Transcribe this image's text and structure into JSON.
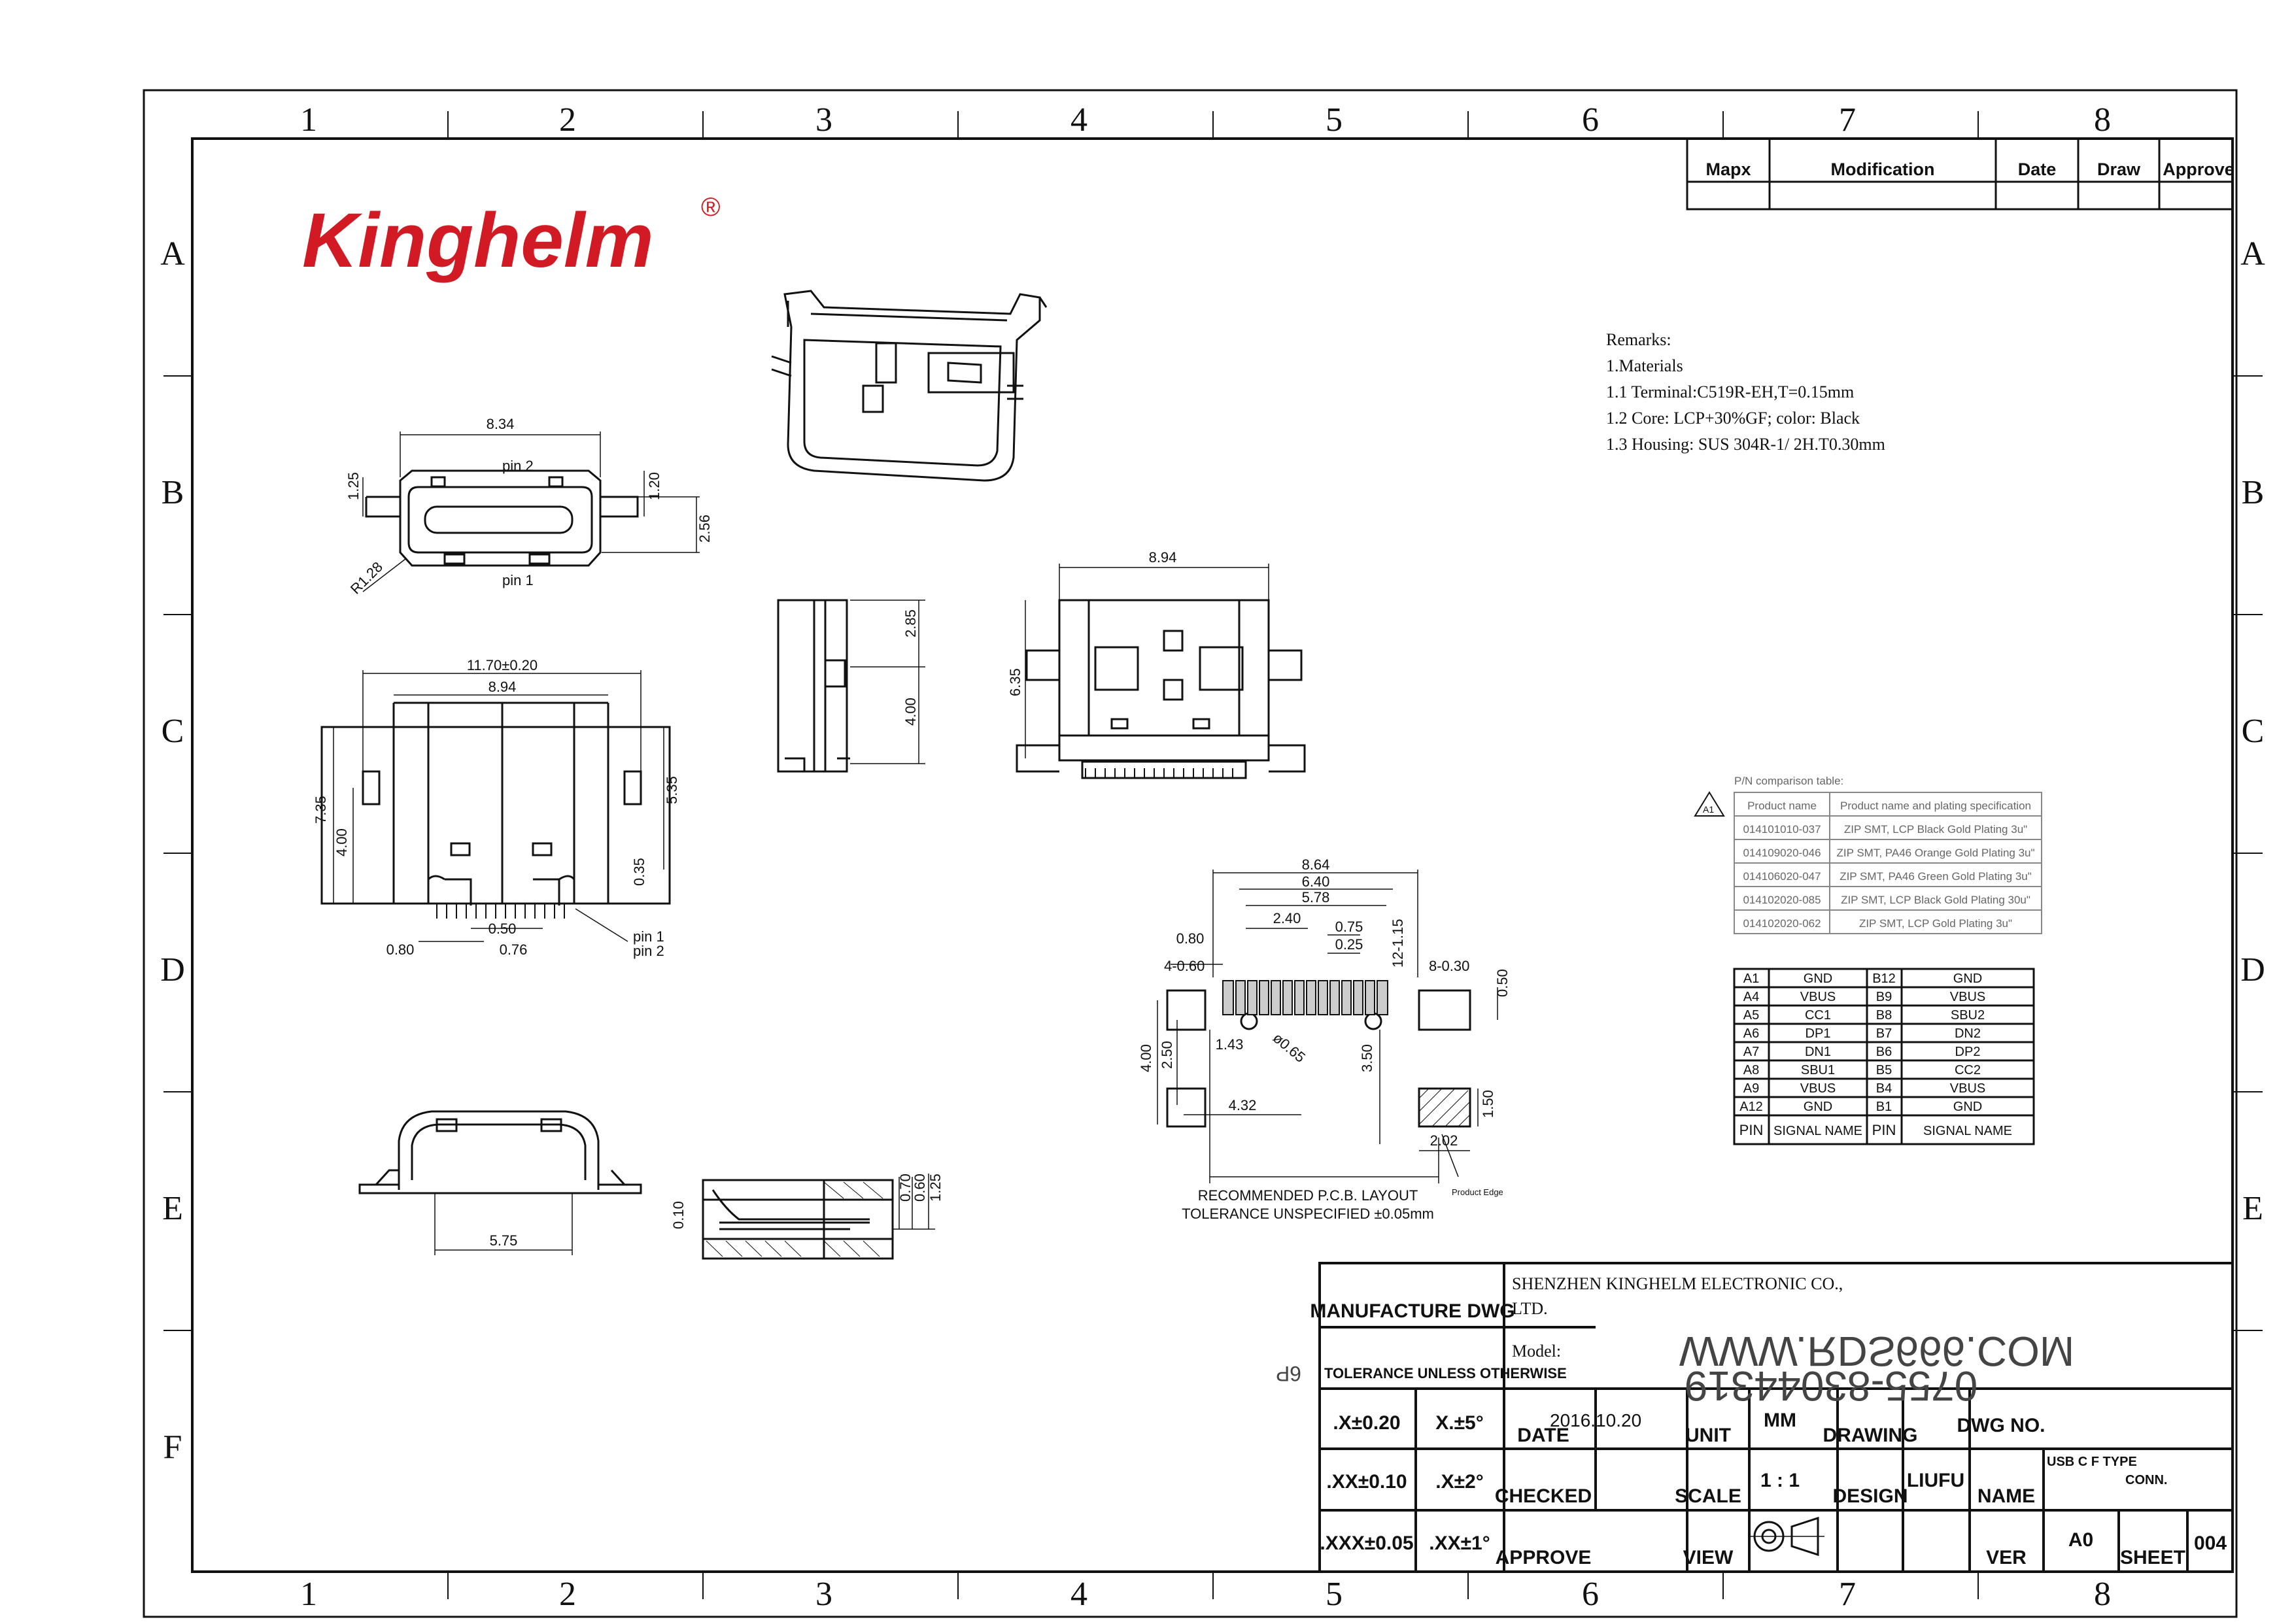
{
  "brand": {
    "logo_text": "Kinghelm",
    "registered": "®",
    "color": "#d21a24"
  },
  "zones": {
    "columns": [
      "1",
      "2",
      "3",
      "4",
      "5",
      "6",
      "7",
      "8"
    ],
    "rows": [
      "A",
      "B",
      "C",
      "D",
      "E",
      "F"
    ]
  },
  "revision_table": {
    "headers": [
      "Mapx",
      "Modification",
      "Date",
      "Draw",
      "Approve"
    ]
  },
  "remarks": {
    "title": "Remarks:",
    "lines": [
      "1.Materials",
      "1.1 Terminal:C519R-EH,T=0.15mm",
      "1.2 Core: LCP+30%GF; color: Black",
      "1.3 Housing: SUS 304R-1/ 2H.T0.30mm"
    ]
  },
  "pn_table": {
    "caption": "P/N comparison table:",
    "flag": "A1",
    "headers": [
      "Product name",
      "Product name and plating specification"
    ],
    "rows": [
      [
        "014101010-037",
        "ZIP SMT, LCP Black Gold Plating 3u\""
      ],
      [
        "014109020-046",
        "ZIP SMT, PA46 Orange Gold Plating 3u\""
      ],
      [
        "014106020-047",
        "ZIP SMT, PA46 Green Gold Plating 3u\""
      ],
      [
        "014102020-085",
        "ZIP SMT, LCP Black Gold Plating 30u\""
      ],
      [
        "014102020-062",
        "ZIP SMT, LCP Gold Plating 3u\""
      ]
    ]
  },
  "pin_table": {
    "rows": [
      [
        "A1",
        "GND",
        "B12",
        "GND"
      ],
      [
        "A4",
        "VBUS",
        "B9",
        "VBUS"
      ],
      [
        "A5",
        "CC1",
        "B8",
        "SBU2"
      ],
      [
        "A6",
        "DP1",
        "B7",
        "DN2"
      ],
      [
        "A7",
        "DN1",
        "B6",
        "DP2"
      ],
      [
        "A8",
        "SBU1",
        "B5",
        "CC2"
      ],
      [
        "A9",
        "VBUS",
        "B4",
        "VBUS"
      ],
      [
        "A12",
        "GND",
        "B1",
        "GND"
      ]
    ],
    "footer": [
      "PIN",
      "SIGNAL NAME",
      "PIN",
      "SIGNAL NAME"
    ]
  },
  "front_view": {
    "width": "8.34",
    "left_h": "1.25",
    "right_h": "1.20",
    "height": "2.56",
    "radius": "R1.28",
    "pin2": "pin 2",
    "pin1": "pin 1"
  },
  "side_view": {
    "top": "2.85",
    "bottom": "4.00"
  },
  "rear_view": {
    "width": "8.94",
    "height": "6.35"
  },
  "top_view": {
    "overall": "11.70±0.20",
    "body": "8.94",
    "h1": "7.35",
    "h2": "4.00",
    "h3": "5.35",
    "h4": "0.35",
    "pitch": "0.50",
    "p2": "0.76",
    "p3": "0.80",
    "pin1": "pin 1",
    "pin2": "pin 2"
  },
  "pcb": {
    "d1": "8.64",
    "d2": "6.40",
    "d3": "5.78",
    "d4": "2.40",
    "d5": "0.75",
    "d6": "0.25",
    "d7": "0.80",
    "d8": "4-0.60",
    "d9": "12-1.15",
    "d10": "8-0.30",
    "d11": "0.50",
    "d12": "1.43",
    "d13": "ø0.65",
    "d14": "4.00",
    "d15": "2.50",
    "d16": "4.32",
    "d17": "3.50",
    "d18": "1.50",
    "d19": "2.02",
    "title": "RECOMMENDED   P.C.B.  LAYOUT",
    "tolerance": "TOLERANCE  UNSPECIFIED  ±0.05mm",
    "edge": "Product Edge"
  },
  "bottom_view": {
    "width": "5.75"
  },
  "section_view": {
    "a": "0.10",
    "b": "0.70",
    "c": "0.60",
    "d": "1.25"
  },
  "title_block": {
    "manufacture": "MANUFACTURE DWG",
    "company_1": "SHENZHEN KINGHELM ELECTRONIC CO.,",
    "company_2": "LTD.",
    "tolerance_header": "TOLERANCE UNLESS OTHERWISE",
    "model_label": "Model:",
    "tol_1a": ".X±0.20",
    "tol_1b": "X.±5°",
    "tol_2a": ".XX±0.10",
    "tol_2b": ".X±2°",
    "tol_3a": ".XXX±0.05",
    "tol_3b": ".XX±1°",
    "date_label": "DATE",
    "date_value": "2016.10.20",
    "unit_label": "UNIT",
    "unit_value": "MM",
    "drawing_label": "DRAWING",
    "dwg_no_label": "DWG NO.",
    "checked_label": "CHECKED",
    "scale_label": "SCALE",
    "scale_value": "1 : 1",
    "design_label": "DESIGN",
    "design_value": "LIUFU",
    "name_label": "NAME",
    "name_value_1": "USB C F TYPE",
    "name_value_2": "CONN.",
    "approve_label": "APPROVE",
    "view_label": "VIEW",
    "ver_label": "VER",
    "ver_value": "A0",
    "sheet_label": "SHEET",
    "sheet_value": "004",
    "watermark_1": "WWW.RDS666.COM",
    "watermark_2": "0755-83044319",
    "watermark_3": "6P"
  }
}
